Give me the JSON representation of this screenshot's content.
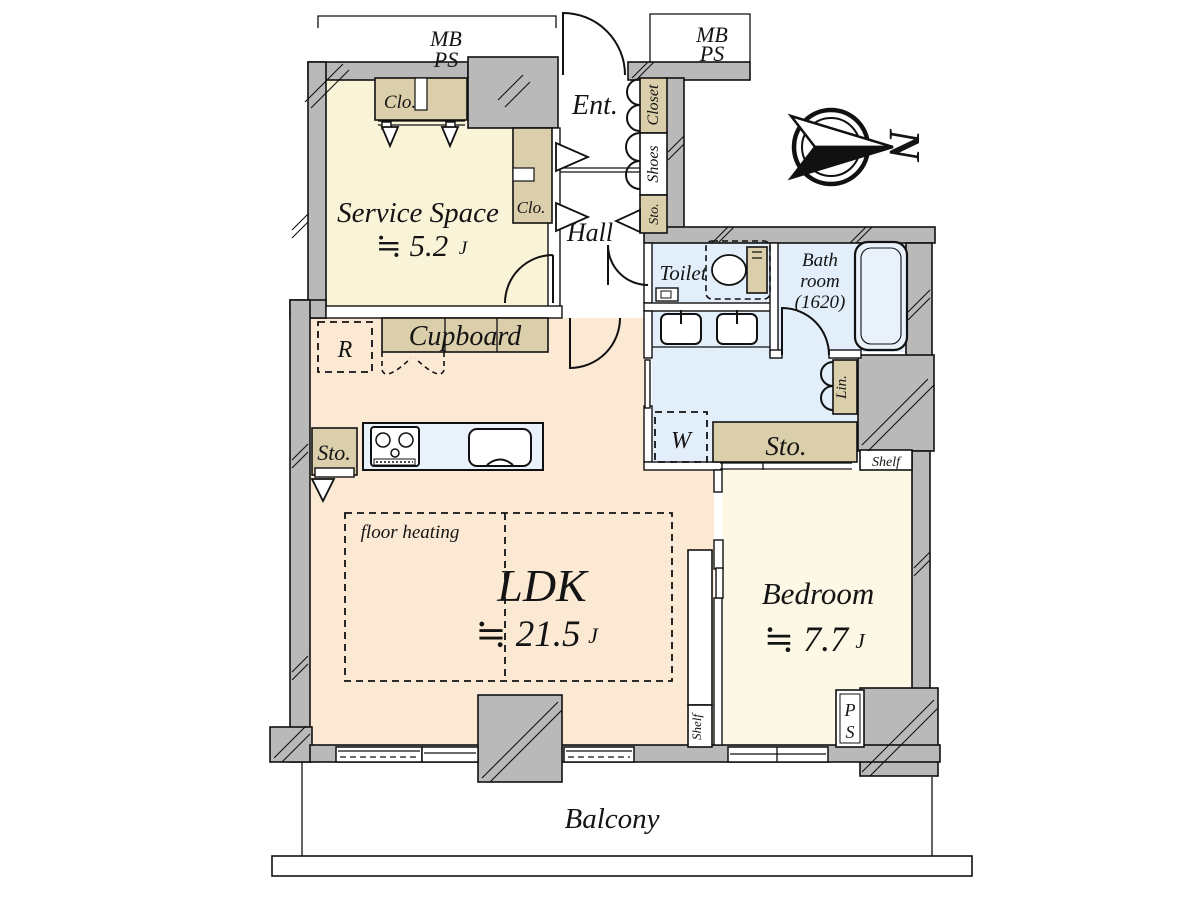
{
  "labels": {
    "mbps_left_1": "MB",
    "mbps_left_2": "PS",
    "mbps_right_1": "MB",
    "mbps_right_2": "PS",
    "entrance": "Ent.",
    "closet": "Closet",
    "shoes": "Shoes",
    "storage_hall": "Sto.",
    "hall": "Hall",
    "closet_top": "Clo.",
    "closet_side": "Clo.",
    "service_name": "Service Space",
    "service_area": "≒ 5.2",
    "service_unit": "J",
    "toilet": "Toilet",
    "bath_1": "Bath",
    "bath_2": "room",
    "bath_3": "(1620)",
    "linen": "Lin.",
    "washer": "W",
    "fridge": "R",
    "cupboard": "Cupboard",
    "storage_left": "Sto.",
    "storage_wash": "Sto.",
    "shelf_top": "Shelf",
    "shelf_side": "Shelf",
    "floor_heating": "floor heating",
    "ldk_name": "LDK",
    "ldk_area": "≒ 21.5",
    "ldk_unit": "J",
    "bedroom_name": "Bedroom",
    "bedroom_area": "≒ 7.7",
    "bedroom_unit": "J",
    "ps_1": "P",
    "ps_2": "S",
    "balcony": "Balcony",
    "north": "N"
  },
  "colors": {
    "wall": "#b9b9b9",
    "warm": "#fbe9d3",
    "cream": "#fcf8e5",
    "cream_deep": "#f9f3d8",
    "water": "#e2eefa",
    "water_light": "#e9f2fb",
    "tan": "#dbcfab"
  }
}
